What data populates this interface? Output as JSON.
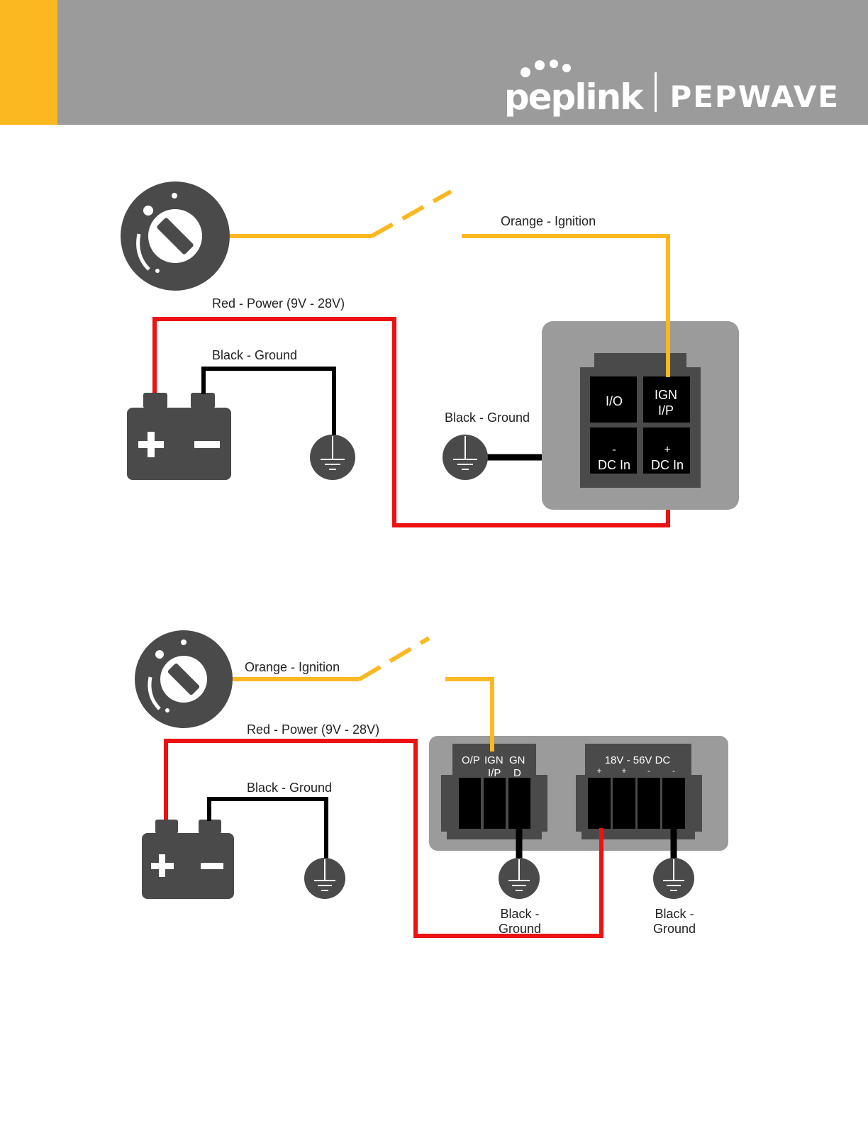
{
  "header": {
    "logo_left": "peplink",
    "logo_right": "PEPWAVE",
    "accent_color": "#fbb821",
    "bg_color": "#9b9b9b"
  },
  "colors": {
    "orange": "#fbb821",
    "red": "#ee1111",
    "black": "#000000",
    "dark": "#4a4a4a"
  },
  "diagram1": {
    "orange_label": "Orange - Ignition",
    "red_label": "Red - Power (9V - 28V)",
    "black_label_battery": "Black - Ground",
    "black_label_device": "Black - Ground",
    "pin_io": "I/O",
    "pin_ign_1": "IGN",
    "pin_ign_2": "I/P",
    "pin_dcneg_sign": "-",
    "pin_dcneg_label": "DC In",
    "pin_dcpos_sign": "+",
    "pin_dcpos_label": "DC In"
  },
  "diagram2": {
    "orange_label": "Orange - Ignition",
    "red_label": "Red - Power (9V - 28V)",
    "black_label_battery": "Black - Ground",
    "conn_op": "O/P",
    "conn_ign": "IGN",
    "conn_ip": "I/P",
    "conn_gn": "GN",
    "conn_d": "D",
    "dc_title": "18V - 56V DC",
    "dc_pin1": "+",
    "dc_pin2": "+",
    "dc_pin3": "-",
    "dc_pin4": "-",
    "ground_mid_1": "Black -",
    "ground_mid_2": "Ground",
    "ground_right_1": "Black -",
    "ground_right_2": "Ground"
  }
}
